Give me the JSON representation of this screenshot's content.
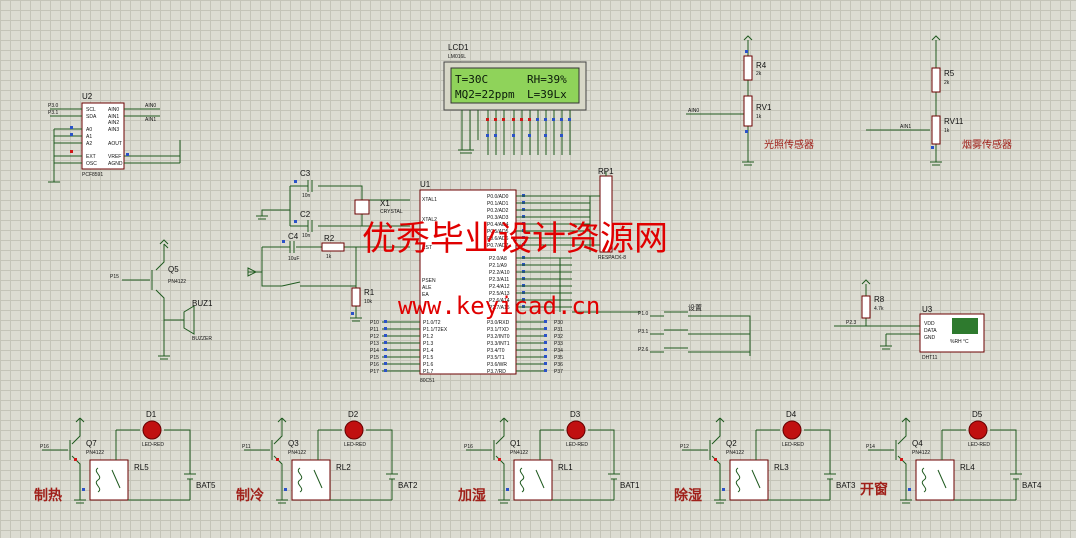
{
  "lcd": {
    "ref": "LCD1",
    "part": "LM016L",
    "line1_left": "T=30C",
    "line1_right": "RH=39%",
    "line2_left": "MQ2=22ppm",
    "line2_right": "L=39Lx"
  },
  "adc": {
    "ref": "U2",
    "part": "PCF8591",
    "pins_left": [
      "SCL",
      "SDA",
      "A0",
      "A1",
      "A2",
      "EXT",
      "OSC"
    ],
    "pins_right": [
      "AIN0",
      "AIN1",
      "AIN2",
      "AIN3",
      "AOUT",
      "VREF",
      "AGND"
    ],
    "nets": [
      "P3.0",
      "P3.1",
      "AIN0",
      "AIN1"
    ]
  },
  "mcu": {
    "ref": "U1",
    "part": "80C51",
    "xtal1": "XTAL1",
    "xtal2": "XTAL2",
    "ctrl_pins": [
      "RST",
      "PSEN",
      "ALE",
      "EA"
    ],
    "port1": [
      "P1.0/T2",
      "P1.1/T2EX",
      "P1.2",
      "P1.3",
      "P1.4",
      "P1.5",
      "P1.6",
      "P1.7"
    ],
    "port0": [
      "P0.0/AD0",
      "P0.1/AD1",
      "P0.2/AD2",
      "P0.3/AD3",
      "P0.4/AD4",
      "P0.5/AD5",
      "P0.6/AD6",
      "P0.7/AD7"
    ],
    "port2": [
      "P2.0/A8",
      "P2.1/A9",
      "P2.2/A10",
      "P2.3/A11",
      "P2.4/A12",
      "P2.5/A13",
      "P2.6/A14",
      "P2.7/A15"
    ],
    "port3": [
      "P3.0/RXD",
      "P3.1/TXD",
      "P3.2/INT0",
      "P3.3/INT1",
      "P3.4/T0",
      "P3.5/T1",
      "P3.6/WR",
      "P3.7/RD"
    ],
    "p1_nets": [
      "P10",
      "P11",
      "P12",
      "P13",
      "P14",
      "P15",
      "P16",
      "P17"
    ],
    "p3_nets": [
      "P30",
      "P31",
      "P32",
      "P33",
      "P34",
      "P35",
      "P36",
      "P37"
    ]
  },
  "clock": {
    "c3": "C3",
    "c3_val": "10n",
    "c2": "C2",
    "c2_val": "10n",
    "x1": "X1",
    "x1_val": "CRYSTAL",
    "c4": "C4",
    "c4_val": "10uF",
    "r2": "R2",
    "r2_val": "1k",
    "r1": "R1",
    "r1_val": "10k"
  },
  "rp1": {
    "ref": "RP1",
    "part": "RESPACK-8"
  },
  "buzzer": {
    "q": "Q5",
    "q_part": "PN4122",
    "net": "P15",
    "ref": "BUZ1",
    "part": "BUZZER"
  },
  "light_sensor": {
    "r": "R4",
    "r_val": "2k",
    "rv": "RV1",
    "rv_val": "1k",
    "net": "AIN0",
    "label": "光照传感器"
  },
  "smoke_sensor": {
    "r": "R5",
    "r_val": "2k",
    "rv": "RV11",
    "rv_val": "1k",
    "net": "AIN1",
    "label": "烟雾传感器"
  },
  "dht": {
    "ref": "U3",
    "part": "DHT11",
    "r": "R8",
    "r_val": "4.7k",
    "net": "P2.3",
    "pins": [
      "VDD",
      "DATA",
      "GND"
    ],
    "reading": "%RH  °C"
  },
  "keys": {
    "nets": [
      "P1.0",
      "P3.1",
      "P2.6"
    ],
    "label": "设置"
  },
  "relays": [
    {
      "net": "P16",
      "q": "Q7",
      "q_part": "PN4122",
      "d": "D1",
      "d_part": "LED-RED",
      "rl": "RL5",
      "bat": "BAT5",
      "label": "制热"
    },
    {
      "net": "P11",
      "q": "Q3",
      "q_part": "PN4122",
      "d": "D2",
      "d_part": "LED-RED",
      "rl": "RL2",
      "bat": "BAT2",
      "label": "制冷"
    },
    {
      "net": "P16",
      "q": "Q1",
      "q_part": "PN4122",
      "d": "D3",
      "d_part": "LED-RED",
      "rl": "RL1",
      "bat": "BAT1",
      "label": "加湿"
    },
    {
      "net": "P12",
      "q": "Q2",
      "q_part": "PN4122",
      "d": "D4",
      "d_part": "LED-RED",
      "rl": "RL3",
      "bat": "BAT3",
      "label": "除湿"
    },
    {
      "net": "P14",
      "q": "Q4",
      "q_part": "PN4122",
      "d": "D5",
      "d_part": "LED-RED",
      "rl": "RL4",
      "bat": "BAT4",
      "label": "开窗"
    }
  ],
  "watermark": {
    "line1": "优秀毕业设计资源网",
    "line2": "www.keyicad.cn"
  },
  "colors": {
    "wire": "#1f5a1f",
    "body": "#6b0000",
    "led": "#d01818",
    "label": "#a0201a",
    "watermark": "#e00000",
    "lcd": "#8fd35a"
  }
}
